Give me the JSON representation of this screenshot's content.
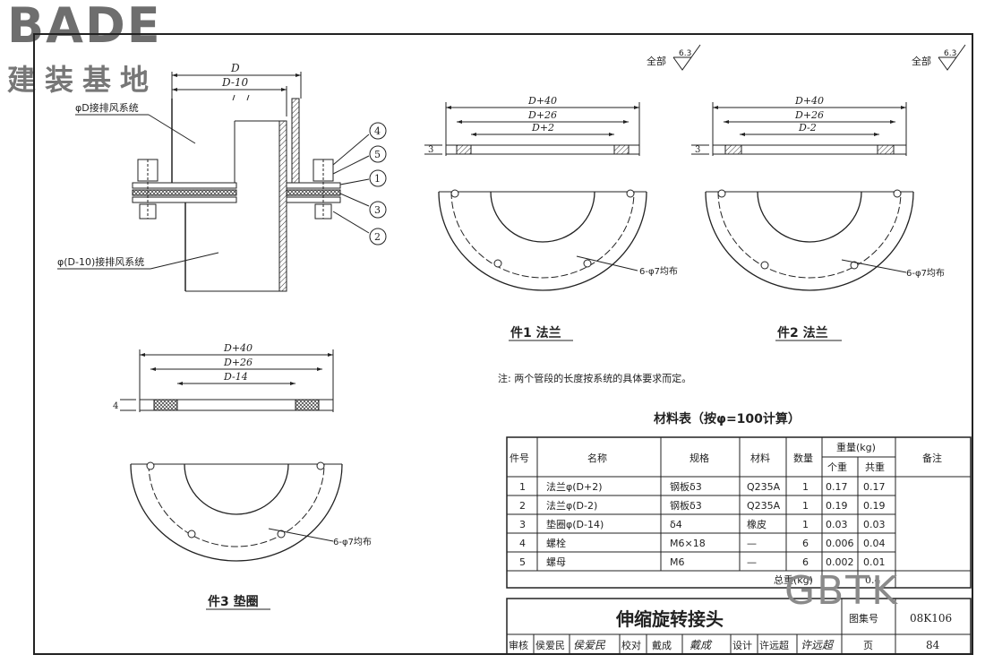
{
  "logo": {
    "latin": "BADE",
    "cjk": "建装基地"
  },
  "watermark": "GBTK",
  "roughness_all": "全部",
  "roughness_value": "6.3",
  "assembly": {
    "dim_D": "D",
    "dim_D10": "D-10",
    "label_upper": "φD接排风系统",
    "label_lower": "φ(D-10)接排风系统",
    "callouts": [
      "4",
      "5",
      "1",
      "3",
      "2"
    ]
  },
  "part1": {
    "dims": [
      "D+40",
      "D+26",
      "D+2"
    ],
    "thickness": "3",
    "holes": "6-φ7均布",
    "title": "件1 法兰"
  },
  "part2": {
    "dims": [
      "D+40",
      "D+26",
      "D-2"
    ],
    "thickness": "3",
    "holes": "6-φ7均布",
    "title": "件2 法兰"
  },
  "part3": {
    "dims": [
      "D+40",
      "D+26",
      "D-14"
    ],
    "thickness": "4",
    "holes": "6-φ7均布",
    "title": "件3 垫圈"
  },
  "note": "注: 两个管段的长度按系统的具体要求而定。",
  "table": {
    "title": "材料表（按φ=100计算）",
    "headers": {
      "no": "件号",
      "name": "名称",
      "spec": "规格",
      "material": "材料",
      "qty": "数量",
      "weight": "重量(kg)",
      "unit": "个重",
      "total": "共重",
      "remark": "备注"
    },
    "rows": [
      {
        "no": "1",
        "name": "法兰φ(D+2)",
        "spec": "钢板δ3",
        "material": "Q235A",
        "qty": "1",
        "unit": "0.17",
        "total": "0.17"
      },
      {
        "no": "2",
        "name": "法兰φ(D-2)",
        "spec": "钢板δ3",
        "material": "Q235A",
        "qty": "1",
        "unit": "0.19",
        "total": "0.19"
      },
      {
        "no": "3",
        "name": "垫圈φ(D-14)",
        "spec": "δ4",
        "material": "橡皮",
        "qty": "1",
        "unit": "0.03",
        "total": "0.03"
      },
      {
        "no": "4",
        "name": "螺栓",
        "spec": "M6×18",
        "material": "—",
        "qty": "6",
        "unit": "0.006",
        "total": "0.04"
      },
      {
        "no": "5",
        "name": "螺母",
        "spec": "M6",
        "material": "—",
        "qty": "6",
        "unit": "0.002",
        "total": "0.01"
      }
    ],
    "sum_label": "总重(kg)",
    "sum_value": "0.4"
  },
  "title_block": {
    "title": "伸缩旋转接头",
    "atlas_label": "图集号",
    "atlas_no": "08K106",
    "review": "审核",
    "reviewer": "侯爱民",
    "reviewer_sign": "侯爱民",
    "check": "校对",
    "checker": "戴成",
    "checker_sign": "戴成",
    "design": "设计",
    "designer": "许远超",
    "designer_sign": "许远超",
    "page_label": "页",
    "page_no": "84"
  }
}
